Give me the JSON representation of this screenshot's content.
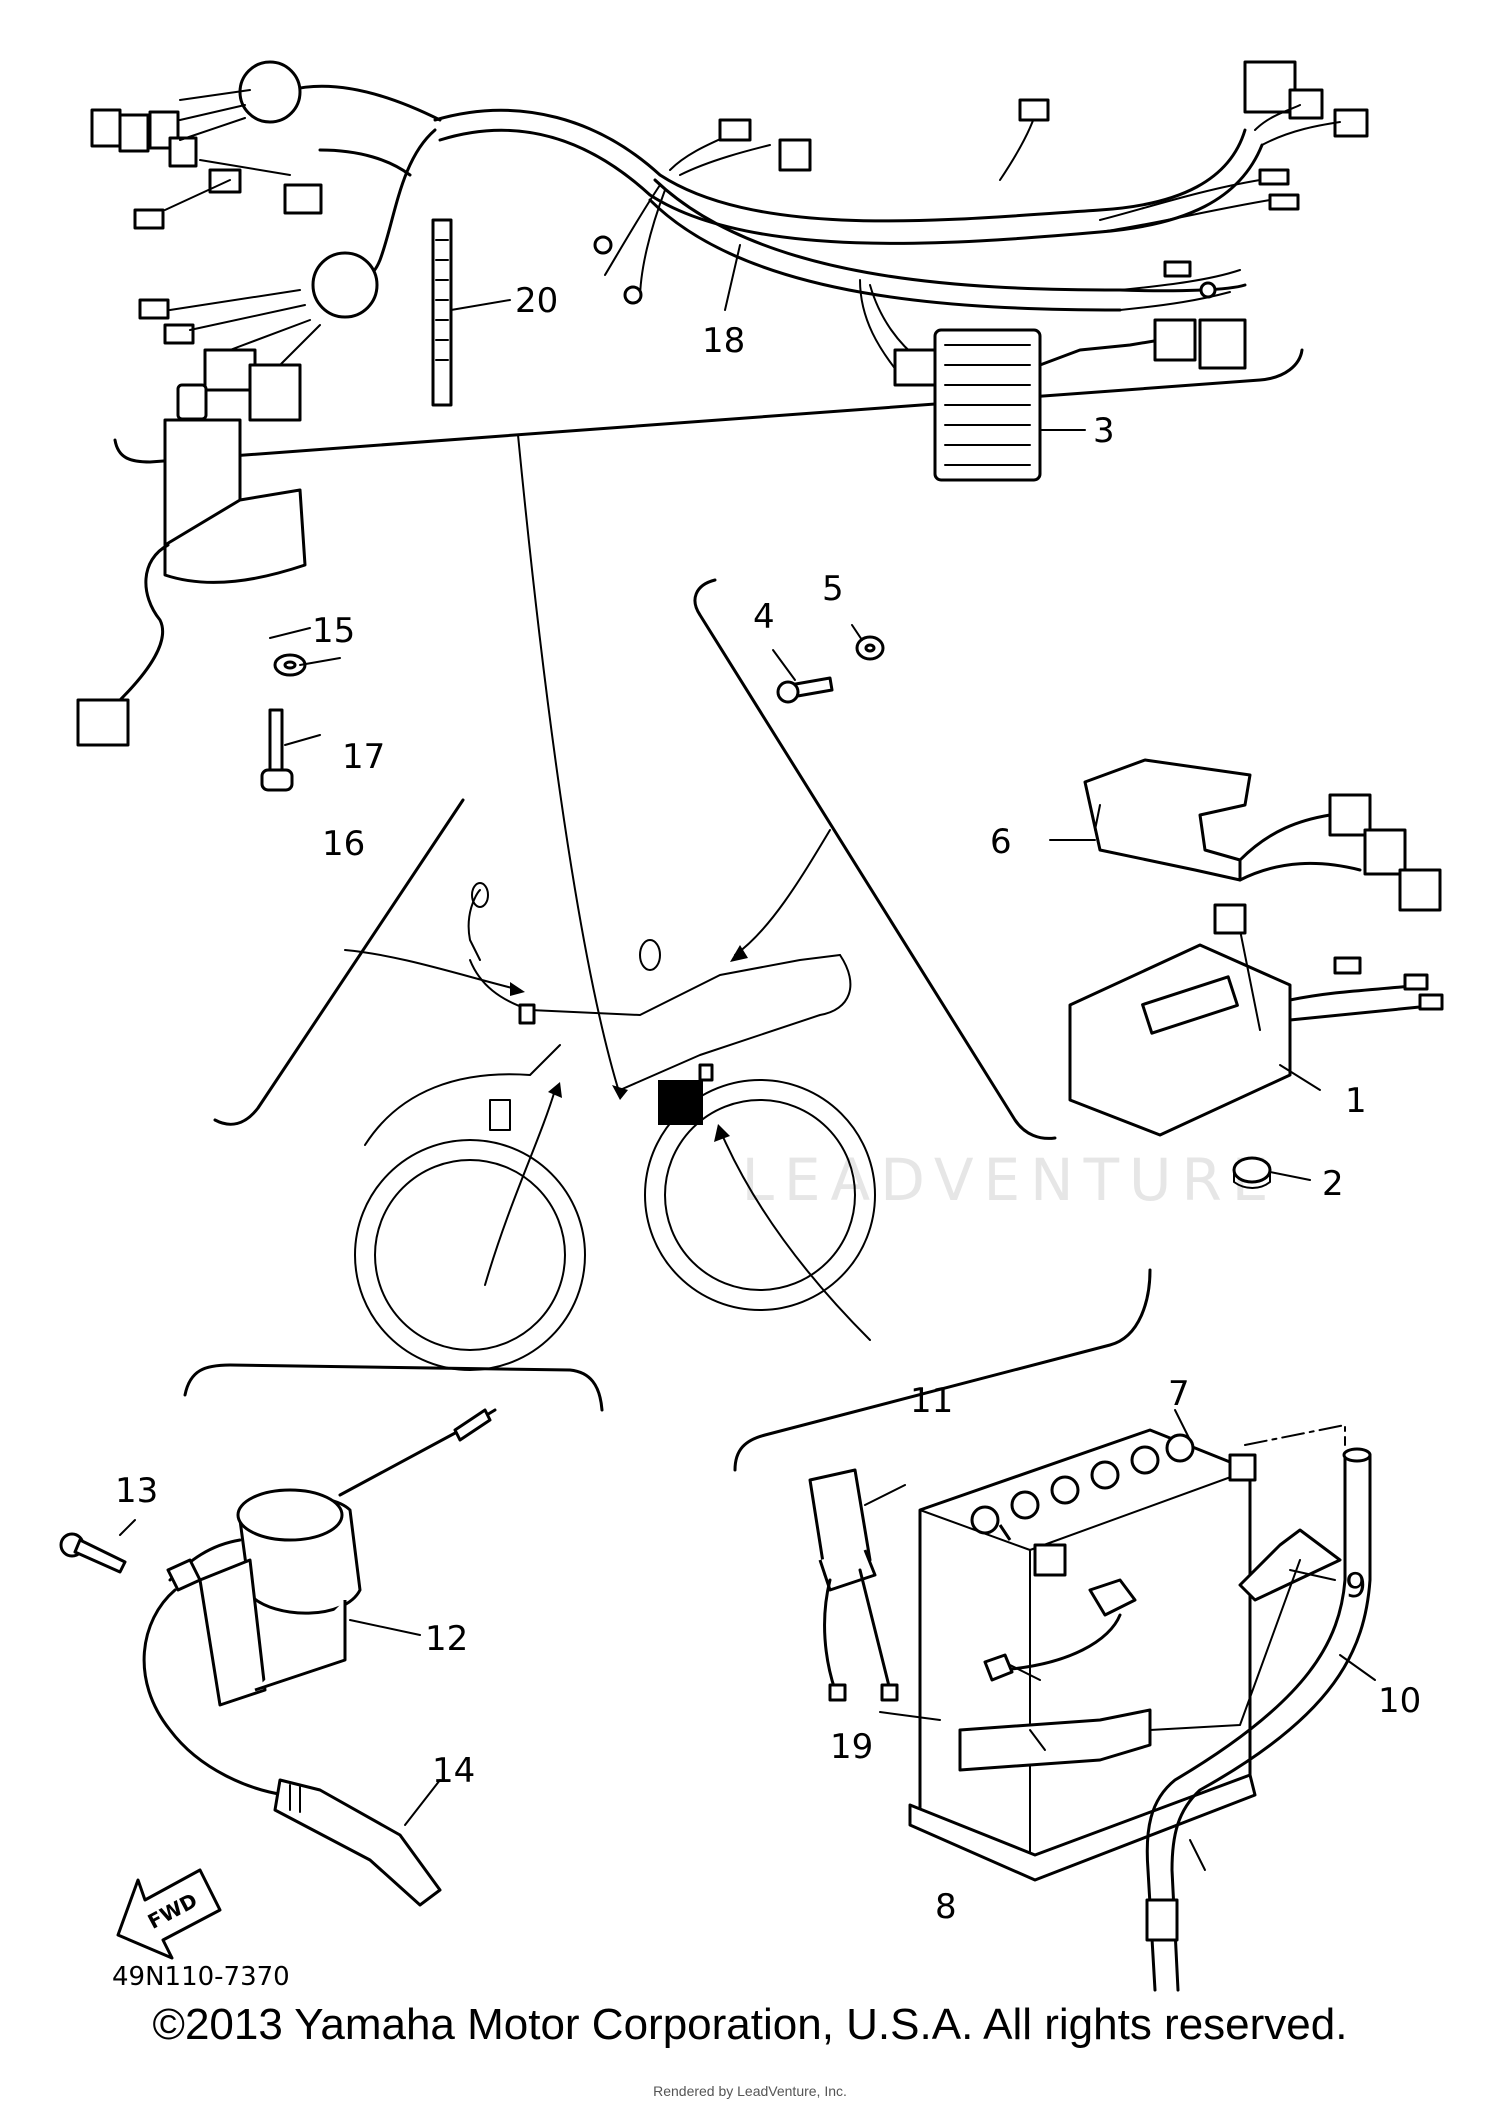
{
  "diagram": {
    "part_numbers": {
      "p1": "1",
      "p2": "2",
      "p3": "3",
      "p4": "4",
      "p5": "5",
      "p6": "6",
      "p7": "7",
      "p8": "8",
      "p9": "9",
      "p10": "10",
      "p11": "11",
      "p12": "12",
      "p13": "13",
      "p14": "14",
      "p15": "15",
      "p16": "16",
      "p17": "17",
      "p18": "18",
      "p19": "19",
      "p20": "20"
    },
    "diagram_code": "49N110-7370",
    "fwd_label": "FWD",
    "watermark": "LEADVENTURE"
  },
  "footer": {
    "copyright": "©2013 Yamaha Motor Corporation, U.S.A. All rights reserved.",
    "rendered_by": "Rendered by LeadVenture, Inc."
  }
}
